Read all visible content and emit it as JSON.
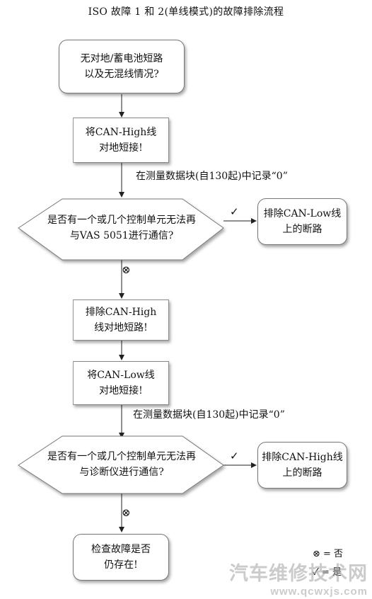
{
  "title": "ISO 故障 1 和 2(单线模式)的故障排除流程",
  "nodes": {
    "start": [
      "无对地/蓄电池短路",
      "以及无混线情况?"
    ],
    "high_ground": [
      "将CAN-High线",
      "对地短接!"
    ],
    "record1": "在测量数据块(自130起)中记录“0”",
    "decision1": [
      "是否有一个或几个控制单元无法再",
      "与VAS 5051进行通信?"
    ],
    "low_break": [
      "排除CAN-Low线",
      "上的断路"
    ],
    "high_fix": [
      "排除CAN-High",
      "线对地短路!"
    ],
    "low_ground": [
      "将CAN-Low线",
      "对地短接!"
    ],
    "record2": "在测量数据块(自130起)中记录“0”",
    "decision2": [
      "是否有一个或几个控制单元无法再",
      "与诊断仪进行通信?"
    ],
    "high_break": [
      "排除CAN-High线",
      "上的断路"
    ],
    "check": [
      "检查故障是否",
      "仍存在!"
    ]
  },
  "symbols": {
    "no": "⊗",
    "yes": "✓"
  },
  "legend": {
    "no": "⊗ = 否",
    "yes": "= 是",
    "yes_symbol": "✓"
  },
  "watermark": {
    "line1": "汽车维修技术网",
    "line2": "www.qcwxjs.com"
  }
}
